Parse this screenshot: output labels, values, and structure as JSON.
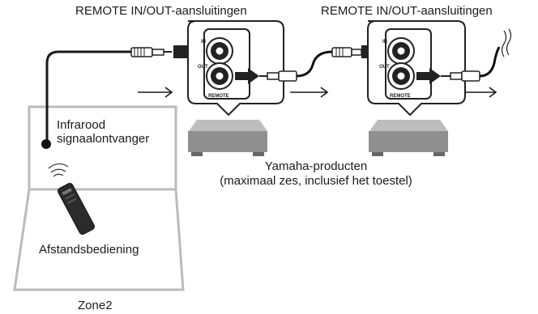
{
  "labels": {
    "remote_in_out_left": "REMOTE IN/OUT-aansluitingen",
    "remote_in_out_right": "REMOTE IN/OUT-aansluitingen",
    "ir_receiver_line1": "Infrarood",
    "ir_receiver_line2": "signaalontvanger",
    "yamaha_products_line1": "Yamaha-producten",
    "yamaha_products_line2": "(maximaal zes, inclusief het toestel)",
    "remote_control": "Afstandsbediening",
    "zone": "Zone2"
  },
  "panels": [
    {
      "in_label": "IN",
      "out_label": "OUT",
      "remote_label": "REMOTE"
    },
    {
      "in_label": "IN",
      "out_label": "OUT",
      "remote_label": "REMOTE"
    }
  ],
  "colors": {
    "line": "#1a1a1a",
    "room_outline": "#bbbbbb",
    "device_fill": "#9a9a9a",
    "arrow": "#222222"
  }
}
